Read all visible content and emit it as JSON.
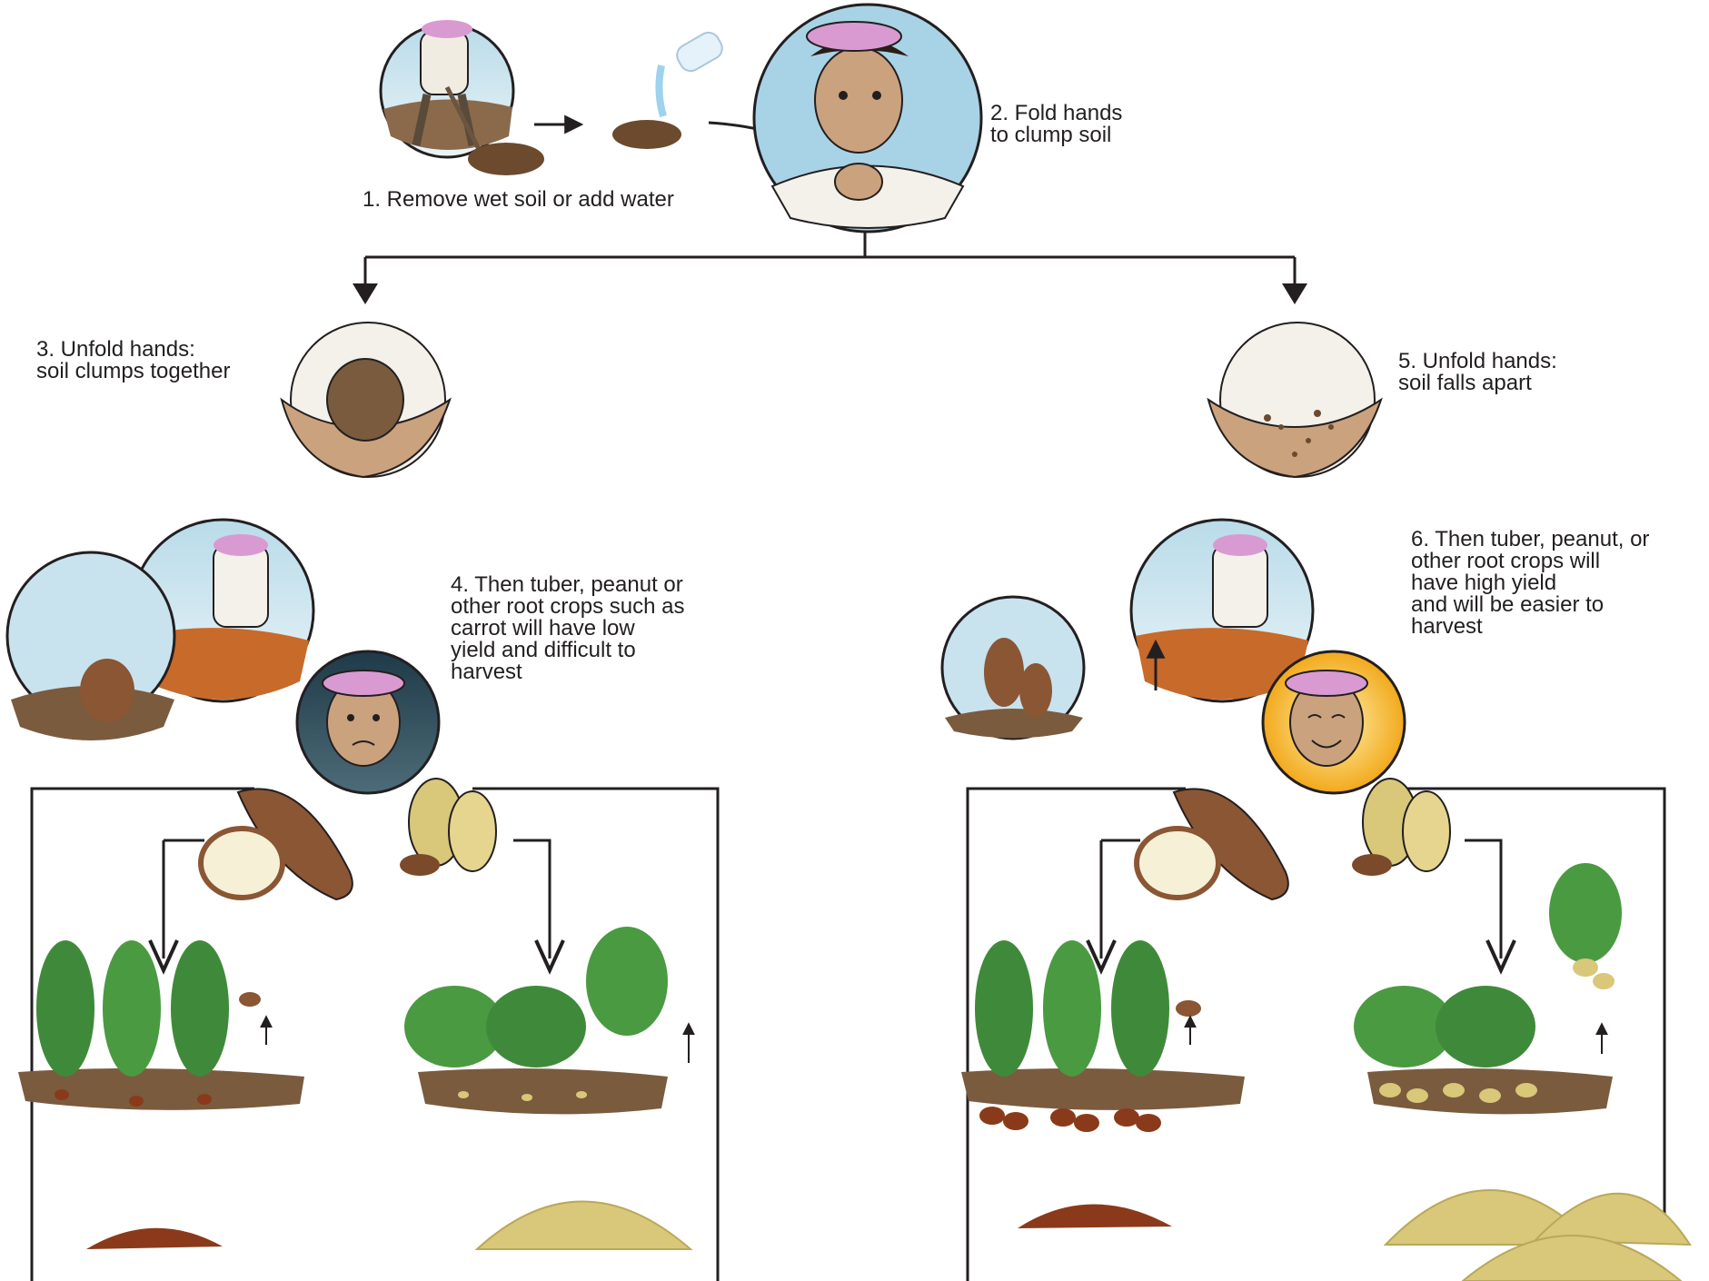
{
  "steps": [
    {
      "id": 1,
      "text": "1. Remove wet soil or add water"
    },
    {
      "id": 2,
      "text": "2. Fold hands\nto clump soil"
    },
    {
      "id": 3,
      "text": "3. Unfold hands:\nsoil clumps together"
    },
    {
      "id": 4,
      "text": "4. Then tuber, peanut or\nother root crops such as\ncarrot will have low\nyield and difficult to\nharvest"
    },
    {
      "id": 5,
      "text": "5. Unfold hands:\nsoil falls apart"
    },
    {
      "id": 6,
      "text": "6. Then tuber, peanut, or\nother root crops will\nhave high yield\nand will be easier to\nharvest"
    }
  ],
  "colors": {
    "line": "#231f20",
    "sky": "#cfe4ef",
    "soil": "#6b4a2e",
    "skin": "#caa27e",
    "hat": "#d99ad2",
    "leaf": "#3f8a3a",
    "tuber": "#8a5634",
    "peanut": "#d9c77a",
    "sad_bg": "#2f4d5c",
    "happy_bg": "#f2a91c"
  },
  "icons": [
    "digging-farmer-icon",
    "water-bottle-icon",
    "farmer-portrait-icon",
    "clumped-soil-hands-icon",
    "crumbled-soil-hands-icon",
    "sad-farmer-icon",
    "happy-farmer-icon",
    "tuber-icon",
    "peanut-icon",
    "tuber-plant-icon",
    "peanut-plant-icon",
    "harvest-pile-icon"
  ]
}
